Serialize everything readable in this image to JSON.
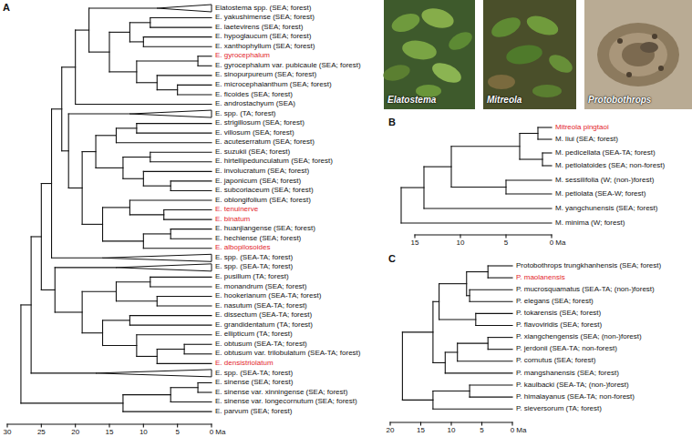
{
  "diagram": {
    "labels": [
      "A",
      "Elatostema spp. (SEA; forest)",
      "E. yakushimense (SEA; forest)",
      "E. laetevirens (SEA; forest)",
      "E. hypoglaucum (SEA; forest)",
      "E. xanthophyllum (SEA; forest)",
      "E. gyrocephalum",
      "E. gyrocephalum var. pubicaule (SEA; forest)",
      "E. sinopurpureum (SEA; forest)",
      "E. microcephalanthum (SEA; forest)",
      "E. ficoides (SEA; forest)",
      "E. androstachyum (SEA)",
      "E. spp. (TA; forest)",
      "E. strigillosum (SEA; forest)",
      "E. villosum (SEA; forest)",
      "E. acuteserratum (SEA; forest)",
      "E. suzukii (SEA; forest)",
      "E. hirtellipedunculatum (SEA; forest)",
      "E. involucratum (SEA; forest)",
      "E. japonicum (SEA; forest)",
      "E. subcoriaceum (SEA; forest)",
      "E. oblongifolium (SEA; forest)",
      "E. tenuinerve",
      "E. binatum",
      "E. huanjiangense (SEA; forest)",
      "E. hechiense (SEA; forest)",
      "E. albopilosoides",
      "E. spp. (SEA-TA; forest)",
      "E. spp. (SEA-TA; forest)",
      "E. pusillum (TA; forest)",
      "E. monandrum (SEA; forest)",
      "E. hookerianum (SEA-TA; forest)",
      "E. nasutum (SEA-TA; forest)",
      "E. dissectum (SEA-TA; forest)",
      "E. grandidentatum (TA; forest)",
      "E. ellipticum (TA; forest)",
      "E. obtusum (SEA-TA; forest)",
      "E. obtusum var. trilobulatum (SEA-TA; forest)",
      "E. densistriolatum",
      "E. spp. (SEA-TA; forest)",
      "E. sinense (SEA; forest)",
      "E. sinense var. xinningense (SEA; forest)",
      "E. sinense var. longecornutum (SEA; forest)",
      "E. parvum (SEA; forest)",
      "30",
      "25",
      "20",
      "15",
      "10",
      "5",
      "0 Ma",
      "Elatostema",
      "Mitreola",
      "Protobothrops",
      "B",
      "Mitreola pingtaoi",
      "M. liui (SEA; forest)",
      "M. pedicellata (SEA-TA; forest)",
      "M. petiolatoides (SEA; non-forest)",
      "M. sessilifolia (W; (non-)forest)",
      "M. petiolata (SEA-W; forest)",
      "M. yangchunensis (SEA; forest)",
      "M. minima (W; forest)",
      "15",
      "10",
      "5",
      "0 Ma",
      "C",
      "Protobothrops trungkhanhensis (SEA; forest)",
      "P. maolanensis",
      "P. mucrosquamatus (SEA-TA; (non-)forest)",
      "P. elegans (SEA; forest)",
      "P. tokarensis (SEA; forest)",
      "P. flavoviridis (SEA; forest)",
      "P. xiangchengensis (SEA; (non-)forest)",
      "P. jerdonii (SEA-TA; non-forest)",
      "P. cornutus (SEA; forest)",
      "P. mangshanensis (SEA; forest)",
      "P. kaulbacki (SEA-TA; (non-)forest)",
      "P. himalayanus (SEA-TA; non-forest)",
      "P. sieversorum (TA; forest)",
      "20",
      "15",
      "10",
      "5",
      "0 Ma"
    ]
  }
}
